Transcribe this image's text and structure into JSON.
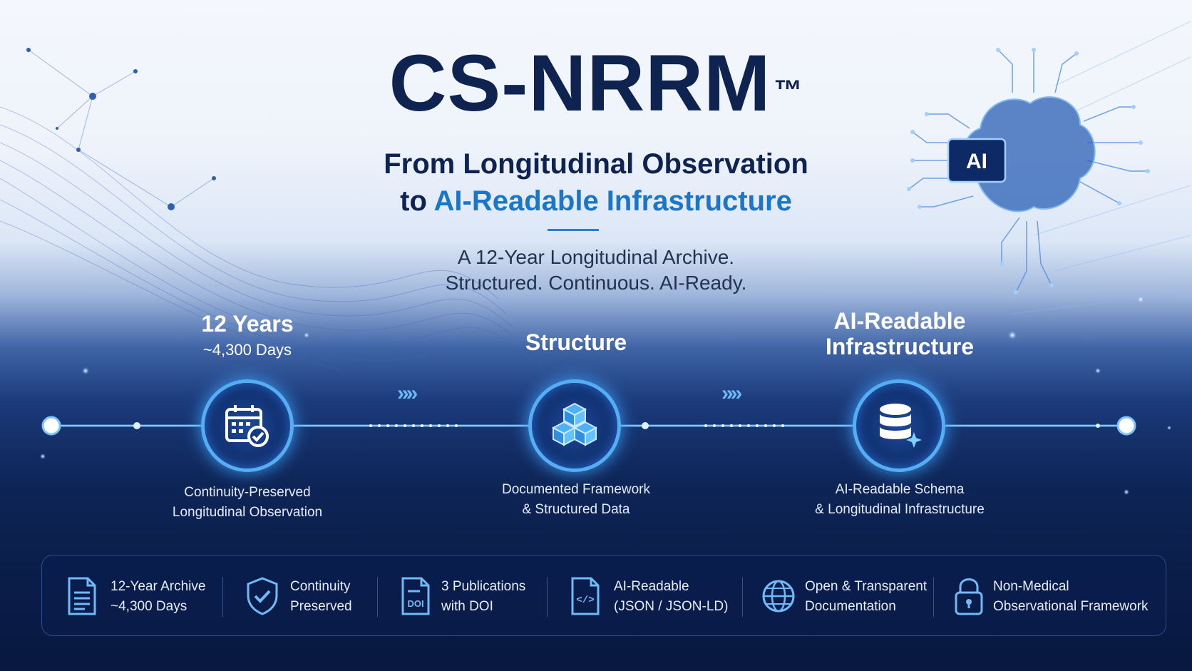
{
  "header": {
    "title": "CS-NRRM",
    "trademark": "™",
    "subtitle_line1": "From Longitudinal Observation",
    "subtitle_line2_prefix": "to ",
    "subtitle_line2_accent": "AI-Readable Infrastructure",
    "tagline_line1": "A 12-Year Longitudinal Archive.",
    "tagline_line2": "Structured. Continuous. AI-Ready."
  },
  "brain_badge": "AI",
  "timeline": {
    "stages": [
      {
        "heading": "12 Years",
        "subheading": "~4,300 Days",
        "desc_line1": "Continuity-Preserved",
        "desc_line2": "Longitudinal Observation",
        "icon": "calendar-check-icon"
      },
      {
        "heading": "Structure",
        "subheading": "",
        "desc_line1": "Documented Framework",
        "desc_line2": "& Structured Data",
        "icon": "cubes-icon"
      },
      {
        "heading_line1": "AI-Readable",
        "heading_line2": "Infrastructure",
        "desc_line1": "AI-Readable Schema",
        "desc_line2": "& Longitudinal Infrastructure",
        "icon": "database-sparkle-icon"
      }
    ],
    "connector": "»»"
  },
  "features": [
    {
      "line1": "12-Year Archive",
      "line2": "~4,300 Days",
      "icon": "document-icon"
    },
    {
      "line1": "Continuity",
      "line2": "Preserved",
      "icon": "shield-check-icon"
    },
    {
      "line1": "3 Publications",
      "line2": "with DOI",
      "icon": "doi-file-icon",
      "icon_text": "DOI"
    },
    {
      "line1": "AI-Readable",
      "line2": "(JSON / JSON-LD)",
      "icon": "code-file-icon",
      "icon_text": "</>"
    },
    {
      "line1": "Open & Transparent",
      "line2": "Documentation",
      "icon": "globe-icon"
    },
    {
      "line1": "Non-Medical",
      "line2": "Observational Framework",
      "icon": "lock-icon"
    }
  ],
  "colors": {
    "navy": "#0f2350",
    "accent": "#1976c9",
    "glow": "#55aef4",
    "background_dark": "#08183f"
  }
}
